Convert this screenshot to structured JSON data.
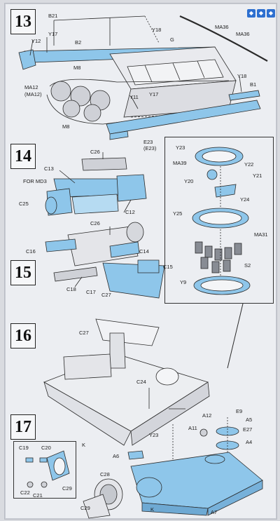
{
  "steps": [
    {
      "number": "13"
    },
    {
      "number": "14"
    },
    {
      "number": "15"
    },
    {
      "number": "16"
    },
    {
      "number": "17"
    }
  ],
  "step13_labels": [
    "B21",
    "MA36",
    "MA36",
    "Y12",
    "Y17",
    "B2",
    "Y18",
    "G",
    "MA12",
    "(MA12)",
    "M8",
    "M8",
    "Y11",
    "Y17",
    "Y18",
    "B1",
    "E23",
    "(E23)"
  ],
  "step14_labels": [
    "C26",
    "C13",
    "FOR MD3",
    "C25",
    "C12"
  ],
  "step15_labels": [
    "C26",
    "C16",
    "C14",
    "C15",
    "C18",
    "C17",
    "C27"
  ],
  "inset_labels": [
    "Y23",
    "MA39",
    "Y22",
    "Y21",
    "Y20",
    "Y24",
    "Y25",
    "MA31",
    "S2",
    "Y9"
  ],
  "step16_labels": [
    "C27",
    "C24",
    "K"
  ],
  "step17_labels": [
    "C19",
    "C20",
    "C22",
    "C21",
    "C29",
    "C28",
    "C29",
    "A6",
    "Y23",
    "A11",
    "A12",
    "E9",
    "A5",
    "E27",
    "A4",
    "A7",
    "K"
  ],
  "colors": {
    "part_blue": "#8ec6ea",
    "line": "#2a2a2a",
    "accent": "#3b7fd4"
  }
}
